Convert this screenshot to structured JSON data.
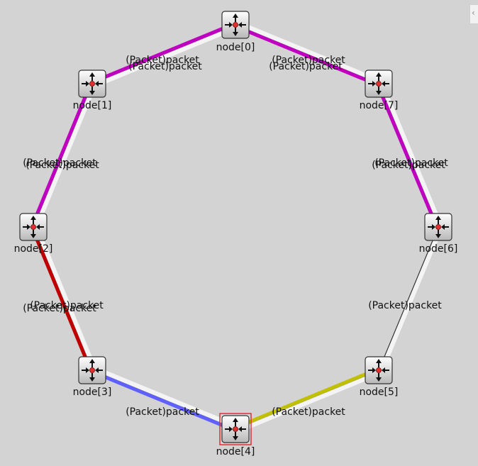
{
  "network": {
    "nodes": [
      {
        "id": 0,
        "label": "node[0]",
        "highlighted": false
      },
      {
        "id": 1,
        "label": "node[1]",
        "highlighted": false
      },
      {
        "id": 2,
        "label": "node[2]",
        "highlighted": false
      },
      {
        "id": 3,
        "label": "node[3]",
        "highlighted": false
      },
      {
        "id": 4,
        "label": "node[4]",
        "highlighted": true
      },
      {
        "id": 5,
        "label": "node[5]",
        "highlighted": false
      },
      {
        "id": 6,
        "label": "node[6]",
        "highlighted": false
      },
      {
        "id": 7,
        "label": "node[7]",
        "highlighted": false
      }
    ],
    "links": [
      {
        "from": 0,
        "to": 1,
        "color": "#c000c0",
        "labels": [
          "(Packet)packet",
          "(Packet)packet"
        ]
      },
      {
        "from": 0,
        "to": 7,
        "color": "#c000c0",
        "labels": [
          "(Packet)packet",
          "(Packet)packet"
        ]
      },
      {
        "from": 1,
        "to": 2,
        "color": "#c000c0",
        "labels": [
          "(Packet)packet",
          "(Packet)packet"
        ]
      },
      {
        "from": 7,
        "to": 6,
        "color": "#c000c0",
        "labels": [
          "(Packet)packet",
          "(Packet)packet"
        ]
      },
      {
        "from": 2,
        "to": 3,
        "color": "#c00000",
        "labels": [
          "(Packet)packet",
          "(Packet)packet"
        ]
      },
      {
        "from": 6,
        "to": 5,
        "color": "",
        "labels": [
          "(Packet)packet"
        ]
      },
      {
        "from": 3,
        "to": 4,
        "color": "#6060ff",
        "labels": [
          "(Packet)packet"
        ]
      },
      {
        "from": 5,
        "to": 4,
        "color": "#c0c000",
        "labels": [
          "(Packet)packet"
        ]
      }
    ],
    "side_tab_icon": "chevron-left-icon"
  }
}
